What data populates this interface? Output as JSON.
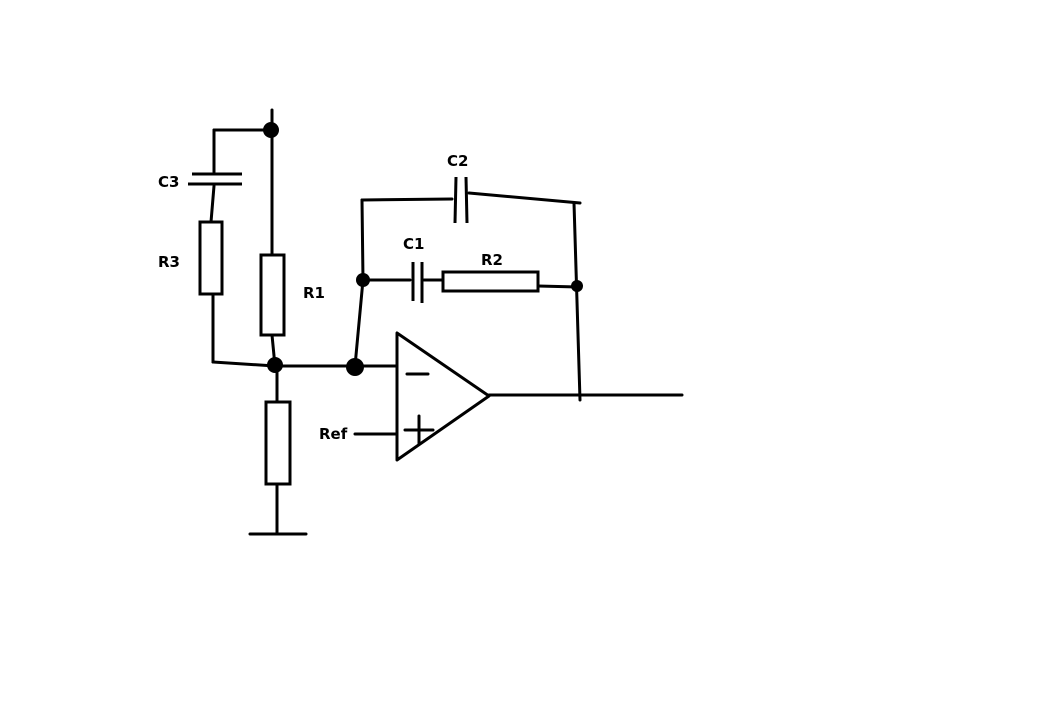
{
  "diagram": {
    "components": {
      "c1": {
        "label": "C1"
      },
      "c2": {
        "label": "C2"
      },
      "c3": {
        "label": "C3"
      },
      "r1": {
        "label": "R1"
      },
      "r2": {
        "label": "R2"
      },
      "r3": {
        "label": "R3"
      }
    },
    "ref": {
      "label": "Ref"
    },
    "opamp": {
      "inverting_symbol": "−",
      "noninverting_symbol": "+"
    }
  }
}
